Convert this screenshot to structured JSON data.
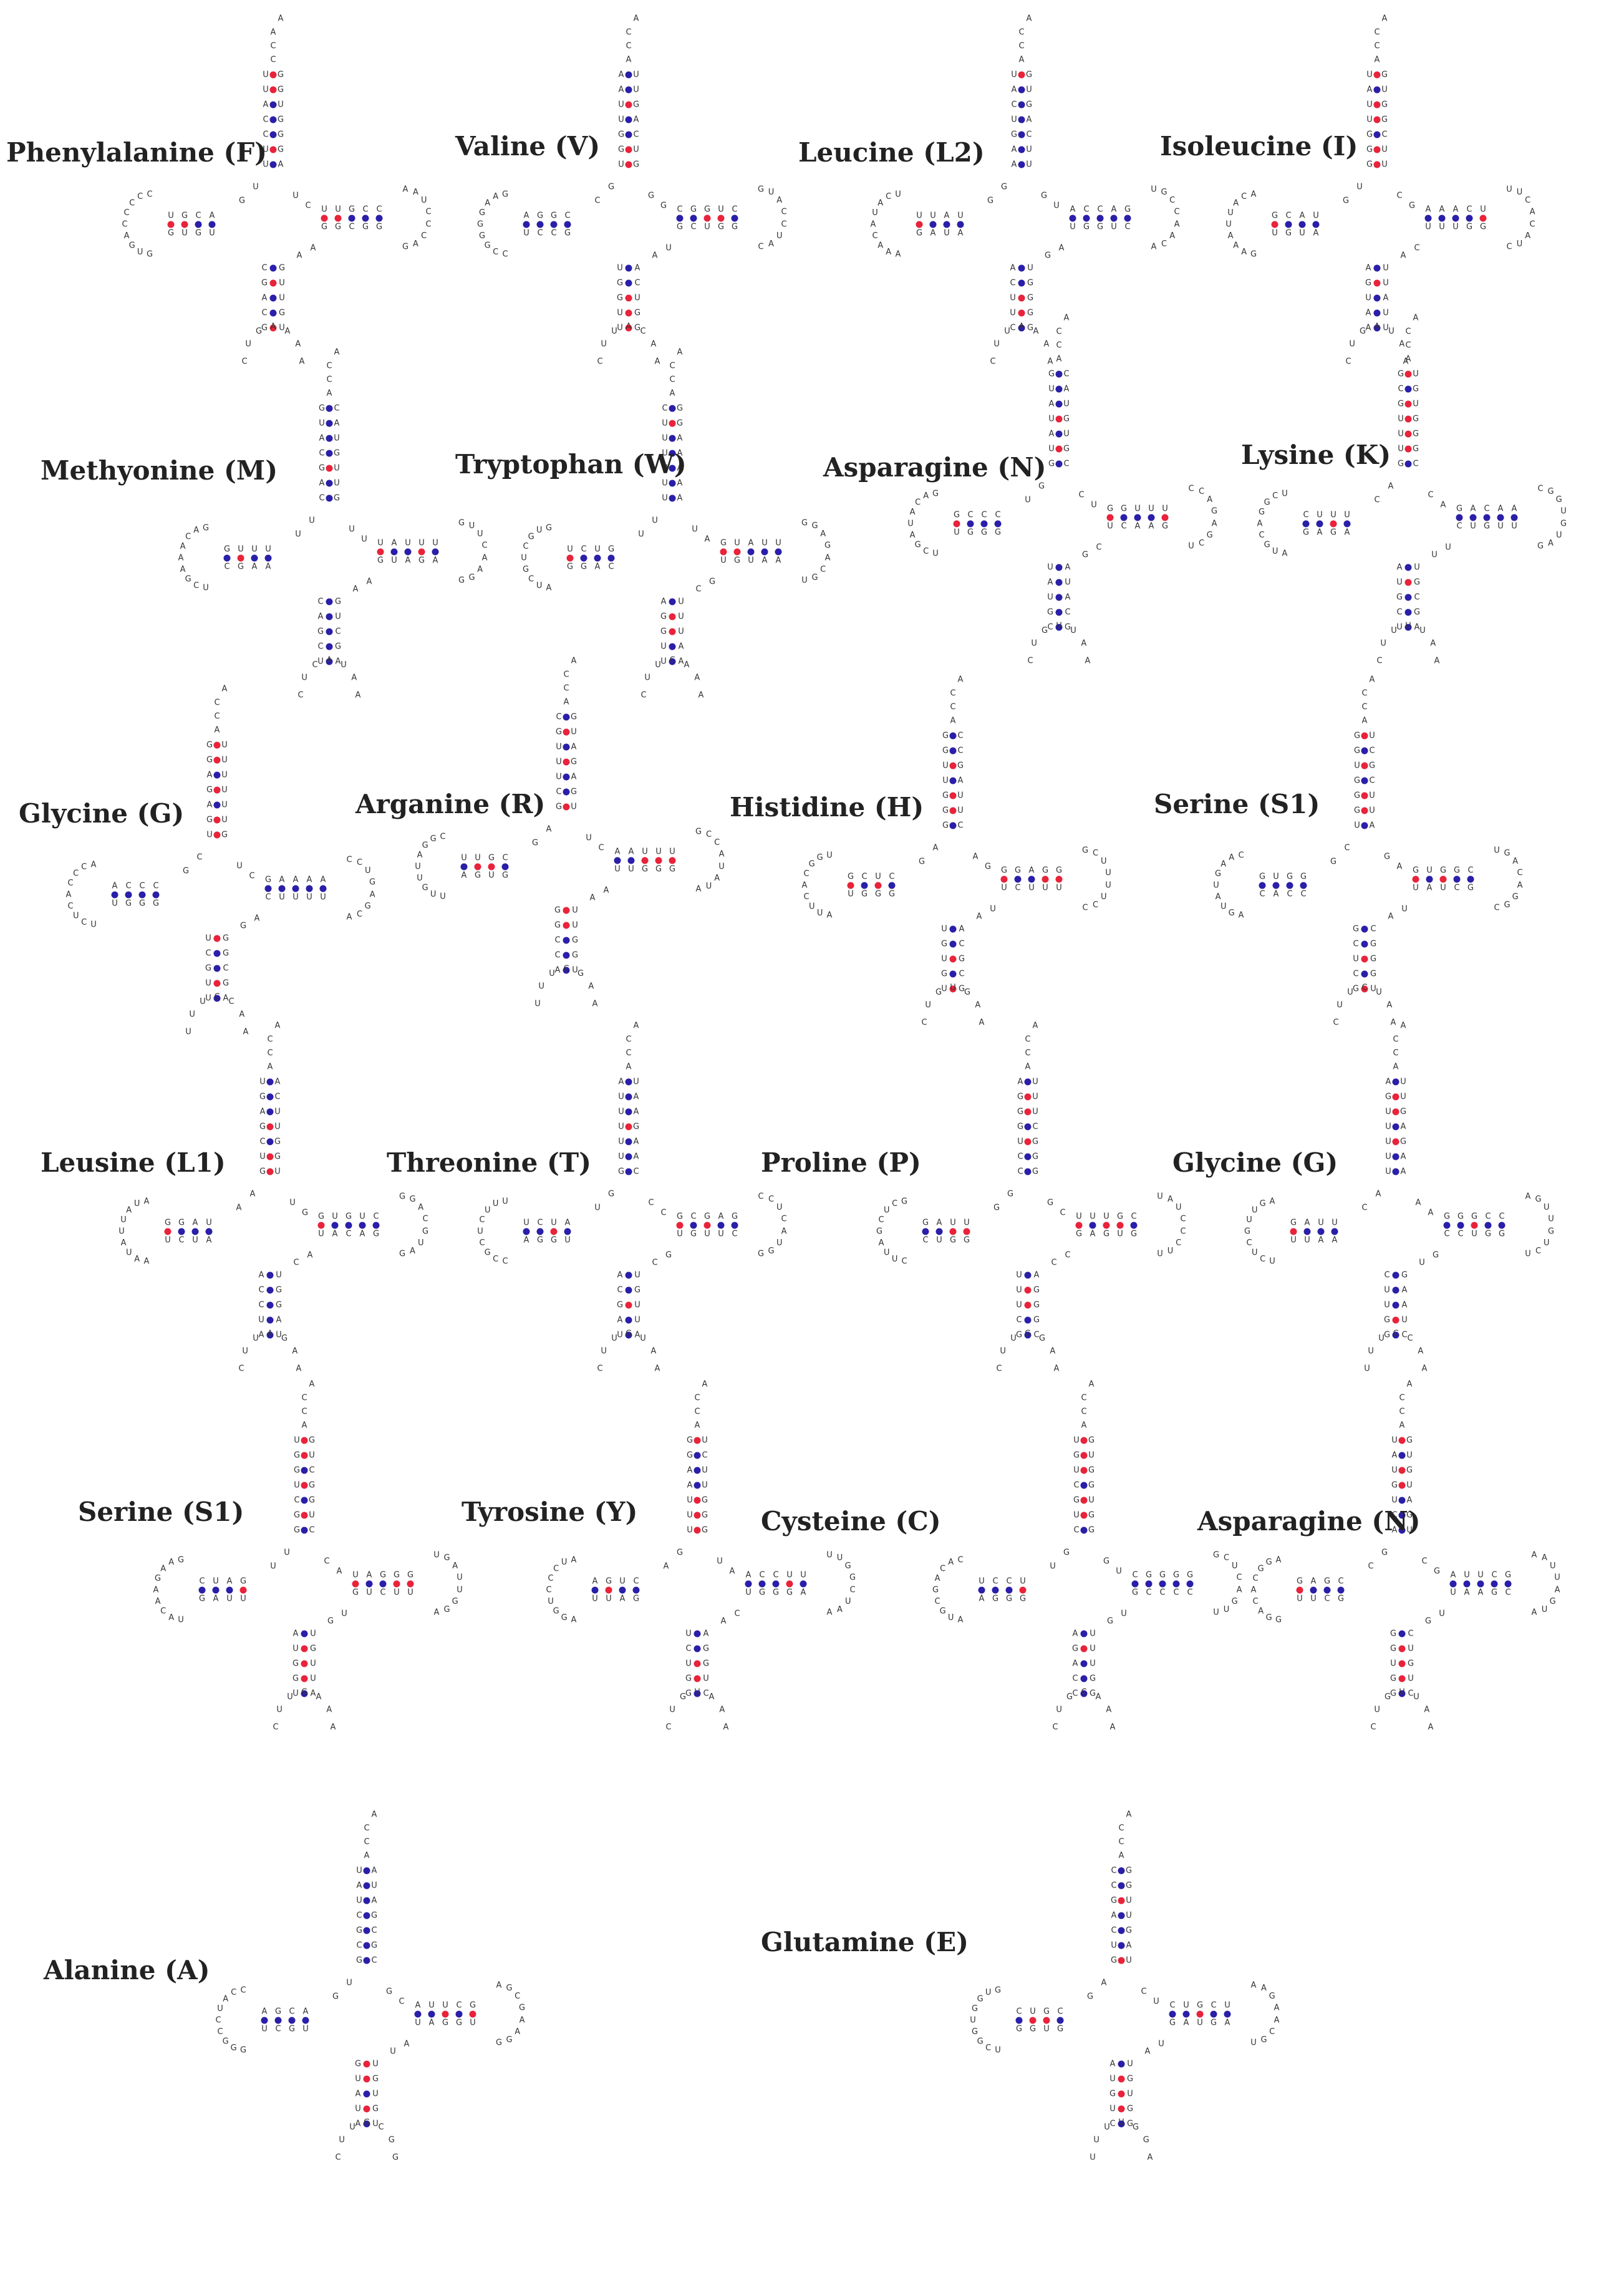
{
  "colors": {
    "background": "#ffffff",
    "title": "#222222",
    "base_letter": "#333333",
    "watson_crick_dot": "#2a1fa8",
    "gu_dot": "#e8233a"
  },
  "trnas": [
    {
      "id": "phe",
      "title": "Phenylalanine (F)",
      "acceptor_top": [
        "A",
        "A",
        "C",
        "C"
      ],
      "anticodon_loop": [
        "C",
        "U",
        "G",
        "A",
        "A",
        "A",
        "A"
      ]
    },
    {
      "id": "val",
      "title": "Valine (V)",
      "acceptor_top": [
        "A",
        "C",
        "C",
        "A"
      ],
      "anticodon_loop": [
        "C",
        "U",
        "U",
        "A",
        "C",
        "A",
        "A"
      ]
    },
    {
      "id": "leu2",
      "title": "Leucine (L2)",
      "acceptor_top": [
        "A",
        "C",
        "C",
        "A"
      ],
      "anticodon_loop": [
        "C",
        "U",
        "U",
        "A",
        "A",
        "A",
        "A"
      ]
    },
    {
      "id": "ile",
      "title": "Isoleucine (I)",
      "acceptor_top": [
        "A",
        "C",
        "C",
        "A"
      ],
      "anticodon_loop": [
        "C",
        "U",
        "G",
        "A",
        "U",
        "A",
        "A"
      ]
    },
    {
      "id": "met",
      "title": "Methyonine (M)",
      "acceptor_top": [
        "A",
        "C",
        "C",
        "A"
      ],
      "anticodon_loop": [
        "C",
        "U",
        "C",
        "A",
        "U",
        "A",
        "A"
      ]
    },
    {
      "id": "trp",
      "title": "Tryptophan (W)",
      "acceptor_top": [
        "A",
        "C",
        "C",
        "A"
      ],
      "anticodon_loop": [
        "C",
        "U",
        "U",
        "C",
        "A",
        "A",
        "A"
      ]
    },
    {
      "id": "asn",
      "title": "Asparagine (N)",
      "acceptor_top": [
        "A",
        "C",
        "C",
        "A"
      ],
      "anticodon_loop": [
        "C",
        "U",
        "G",
        "U",
        "U",
        "A",
        "A"
      ]
    },
    {
      "id": "lys",
      "title": "Lysine (K)",
      "acceptor_top": [
        "A",
        "C",
        "C",
        "A"
      ],
      "anticodon_loop": [
        "C",
        "U",
        "U",
        "U",
        "U",
        "A",
        "A"
      ]
    },
    {
      "id": "gly",
      "title": "Glycine (G)",
      "acceptor_top": [
        "A",
        "C",
        "C",
        "A"
      ],
      "anticodon_loop": [
        "U",
        "U",
        "U",
        "C",
        "C",
        "A",
        "A"
      ]
    },
    {
      "id": "arg",
      "title": "Arganine (R)",
      "acceptor_top": [
        "A",
        "C",
        "C",
        "A"
      ],
      "anticodon_loop": [
        "U",
        "U",
        "U",
        "C",
        "G",
        "A",
        "A"
      ]
    },
    {
      "id": "his",
      "title": "Histidine (H)",
      "acceptor_top": [
        "A",
        "C",
        "C",
        "A"
      ],
      "anticodon_loop": [
        "C",
        "U",
        "G",
        "U",
        "G",
        "A",
        "A"
      ]
    },
    {
      "id": "ser1a",
      "title": "Serine (S1)",
      "acceptor_top": [
        "A",
        "C",
        "C",
        "A"
      ],
      "anticodon_loop": [
        "C",
        "U",
        "U",
        "C",
        "U",
        "A",
        "A"
      ]
    },
    {
      "id": "leu1",
      "title": "Leusine (L1)",
      "acceptor_top": [
        "A",
        "C",
        "C",
        "A"
      ],
      "anticodon_loop": [
        "C",
        "U",
        "U",
        "A",
        "G",
        "A",
        "A"
      ]
    },
    {
      "id": "thr",
      "title": "Threonine (T)",
      "acceptor_top": [
        "A",
        "C",
        "C",
        "A"
      ],
      "anticodon_loop": [
        "C",
        "U",
        "U",
        "G",
        "U",
        "A",
        "A"
      ]
    },
    {
      "id": "pro",
      "title": "Proline (P)",
      "acceptor_top": [
        "A",
        "C",
        "C",
        "A"
      ],
      "anticodon_loop": [
        "C",
        "U",
        "U",
        "G",
        "G",
        "A",
        "A"
      ]
    },
    {
      "id": "gly2",
      "title": "Glycine (G)",
      "acceptor_top": [
        "A",
        "C",
        "C",
        "A"
      ],
      "anticodon_loop": [
        "U",
        "U",
        "U",
        "C",
        "C",
        "A",
        "A"
      ]
    },
    {
      "id": "ser1b",
      "title": "Serine (S1)",
      "acceptor_top": [
        "A",
        "C",
        "C",
        "A"
      ],
      "anticodon_loop": [
        "C",
        "U",
        "U",
        "G",
        "A",
        "A",
        "A"
      ]
    },
    {
      "id": "tyr",
      "title": "Tyrosine (Y)",
      "acceptor_top": [
        "A",
        "C",
        "C",
        "A"
      ],
      "anticodon_loop": [
        "C",
        "U",
        "G",
        "U",
        "A",
        "A",
        "A"
      ]
    },
    {
      "id": "cys",
      "title": "Cysteine (C)",
      "acceptor_top": [
        "A",
        "C",
        "C",
        "A"
      ],
      "anticodon_loop": [
        "C",
        "U",
        "G",
        "C",
        "A",
        "A",
        "A"
      ]
    },
    {
      "id": "asn2",
      "title": "Asparagine (N)",
      "acceptor_top": [
        "A",
        "C",
        "C",
        "A"
      ],
      "anticodon_loop": [
        "C",
        "U",
        "G",
        "U",
        "U",
        "A",
        "A"
      ]
    },
    {
      "id": "ala",
      "title": "Alanine (A)",
      "acceptor_top": [
        "A",
        "C",
        "C",
        "A"
      ],
      "anticodon_loop": [
        "C",
        "U",
        "U",
        "G",
        "C",
        "G",
        "G"
      ]
    },
    {
      "id": "gln",
      "title": "Glutamine (E)",
      "acceptor_top": [
        "A",
        "C",
        "C",
        "A"
      ],
      "anticodon_loop": [
        "U",
        "U",
        "U",
        "U",
        "G",
        "G",
        "A"
      ]
    }
  ]
}
